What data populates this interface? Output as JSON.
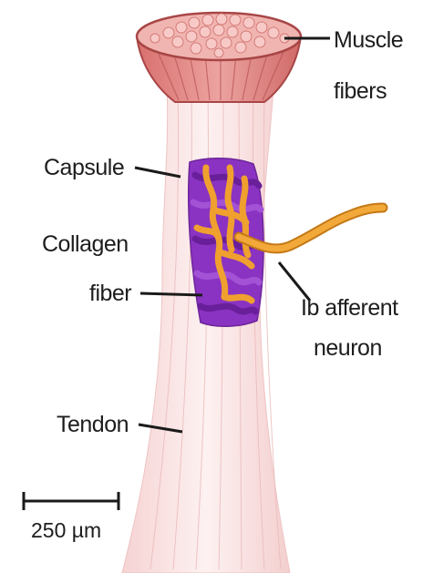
{
  "labels": {
    "muscle_line1": "Muscle",
    "muscle_line2": "fibers",
    "capsule": "Capsule",
    "collagen_line1": "Collagen",
    "collagen_line2": "fiber",
    "afferent_line1": "Ib afferent",
    "afferent_line2": "neuron",
    "tendon": "Tendon",
    "scale_bar": "250 µm"
  },
  "colors": {
    "muscle": "#e59591",
    "muscle_dark": "#b34a4a",
    "tendon": "#fbe9ea",
    "capsule": "#8a33c2",
    "nerve": "#f0a02e",
    "text": "#1d1d1d"
  }
}
